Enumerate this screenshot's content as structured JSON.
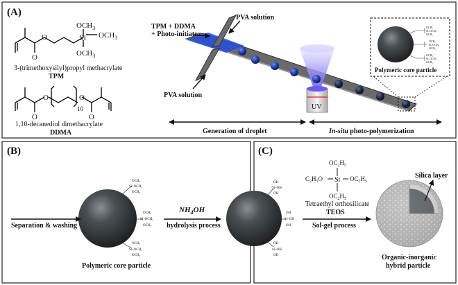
{
  "panels": {
    "a_label": "(A)",
    "b_label": "(B)",
    "c_label": "(C)"
  },
  "panel_a": {
    "tpm_name": "3-(trimethoxysilyl)propyl methacrylate",
    "tpm_abbr": "TPM",
    "ddma_name": "1,10-decanediol dimethacrylate",
    "ddma_abbr": "DDMA",
    "ddma_repeat": "10",
    "chem": {
      "si": "Si",
      "och3": "OCH",
      "sub3": "3",
      "o": "O"
    },
    "pva_top": "PVA solution",
    "pva_bottom": "PVA solution",
    "inlet_line1": "TPM + DDMA",
    "inlet_line2": "+ Photo-initiator",
    "uv": "UV",
    "core_caption": "Polymeric core particle",
    "gen_label": "Generation of droplet",
    "insitu_italic": "In-situ",
    "insitu_rest": " photo-polymerization"
  },
  "panel_b": {
    "step1": "Separation & washing",
    "reagent": "NH",
    "reagent_sub": "4",
    "reagent_tail": "OH",
    "step2": "hydrolysis process",
    "core_caption": "Polymeric core particle"
  },
  "panel_c": {
    "reagent_name": "Tetraethyl orthosilicate",
    "reagent_abbr": "TEOS",
    "process": "Sol-gel process",
    "silica_label": "Silica layer",
    "caption_line1": "Organic-inorganic",
    "caption_line2": "hybrid particle",
    "chem": {
      "si": "Si",
      "oc2h5": "OC",
      "c2h5o": "C",
      "h5": "H",
      "five": "5",
      "two": "2"
    }
  },
  "colors": {
    "particle": "#3a3f41",
    "droplet": "#1f3f9c",
    "uv_light": "#8a7cf0",
    "channel": "#5c5c5c"
  }
}
